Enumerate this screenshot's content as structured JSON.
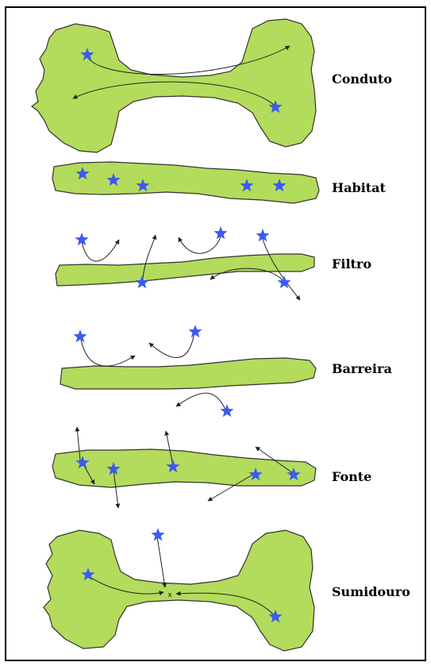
{
  "colors": {
    "fill": "#b3db5c",
    "outline": "#333333",
    "star": "#3b5bf0",
    "arrow": "#222222",
    "frame": "#000000"
  },
  "icons": {
    "species": "star-icon",
    "movement": "arrow-icon"
  },
  "rows": [
    {
      "id": "conduto",
      "label": "Conduto"
    },
    {
      "id": "habitat",
      "label": "Habitat"
    },
    {
      "id": "filtro",
      "label": "Filtro"
    },
    {
      "id": "barreira",
      "label": "Barreira"
    },
    {
      "id": "fonte",
      "label": "Fonte"
    },
    {
      "id": "sumidouro",
      "label": "Sumidouro"
    }
  ],
  "sumidouro_marker": "x"
}
